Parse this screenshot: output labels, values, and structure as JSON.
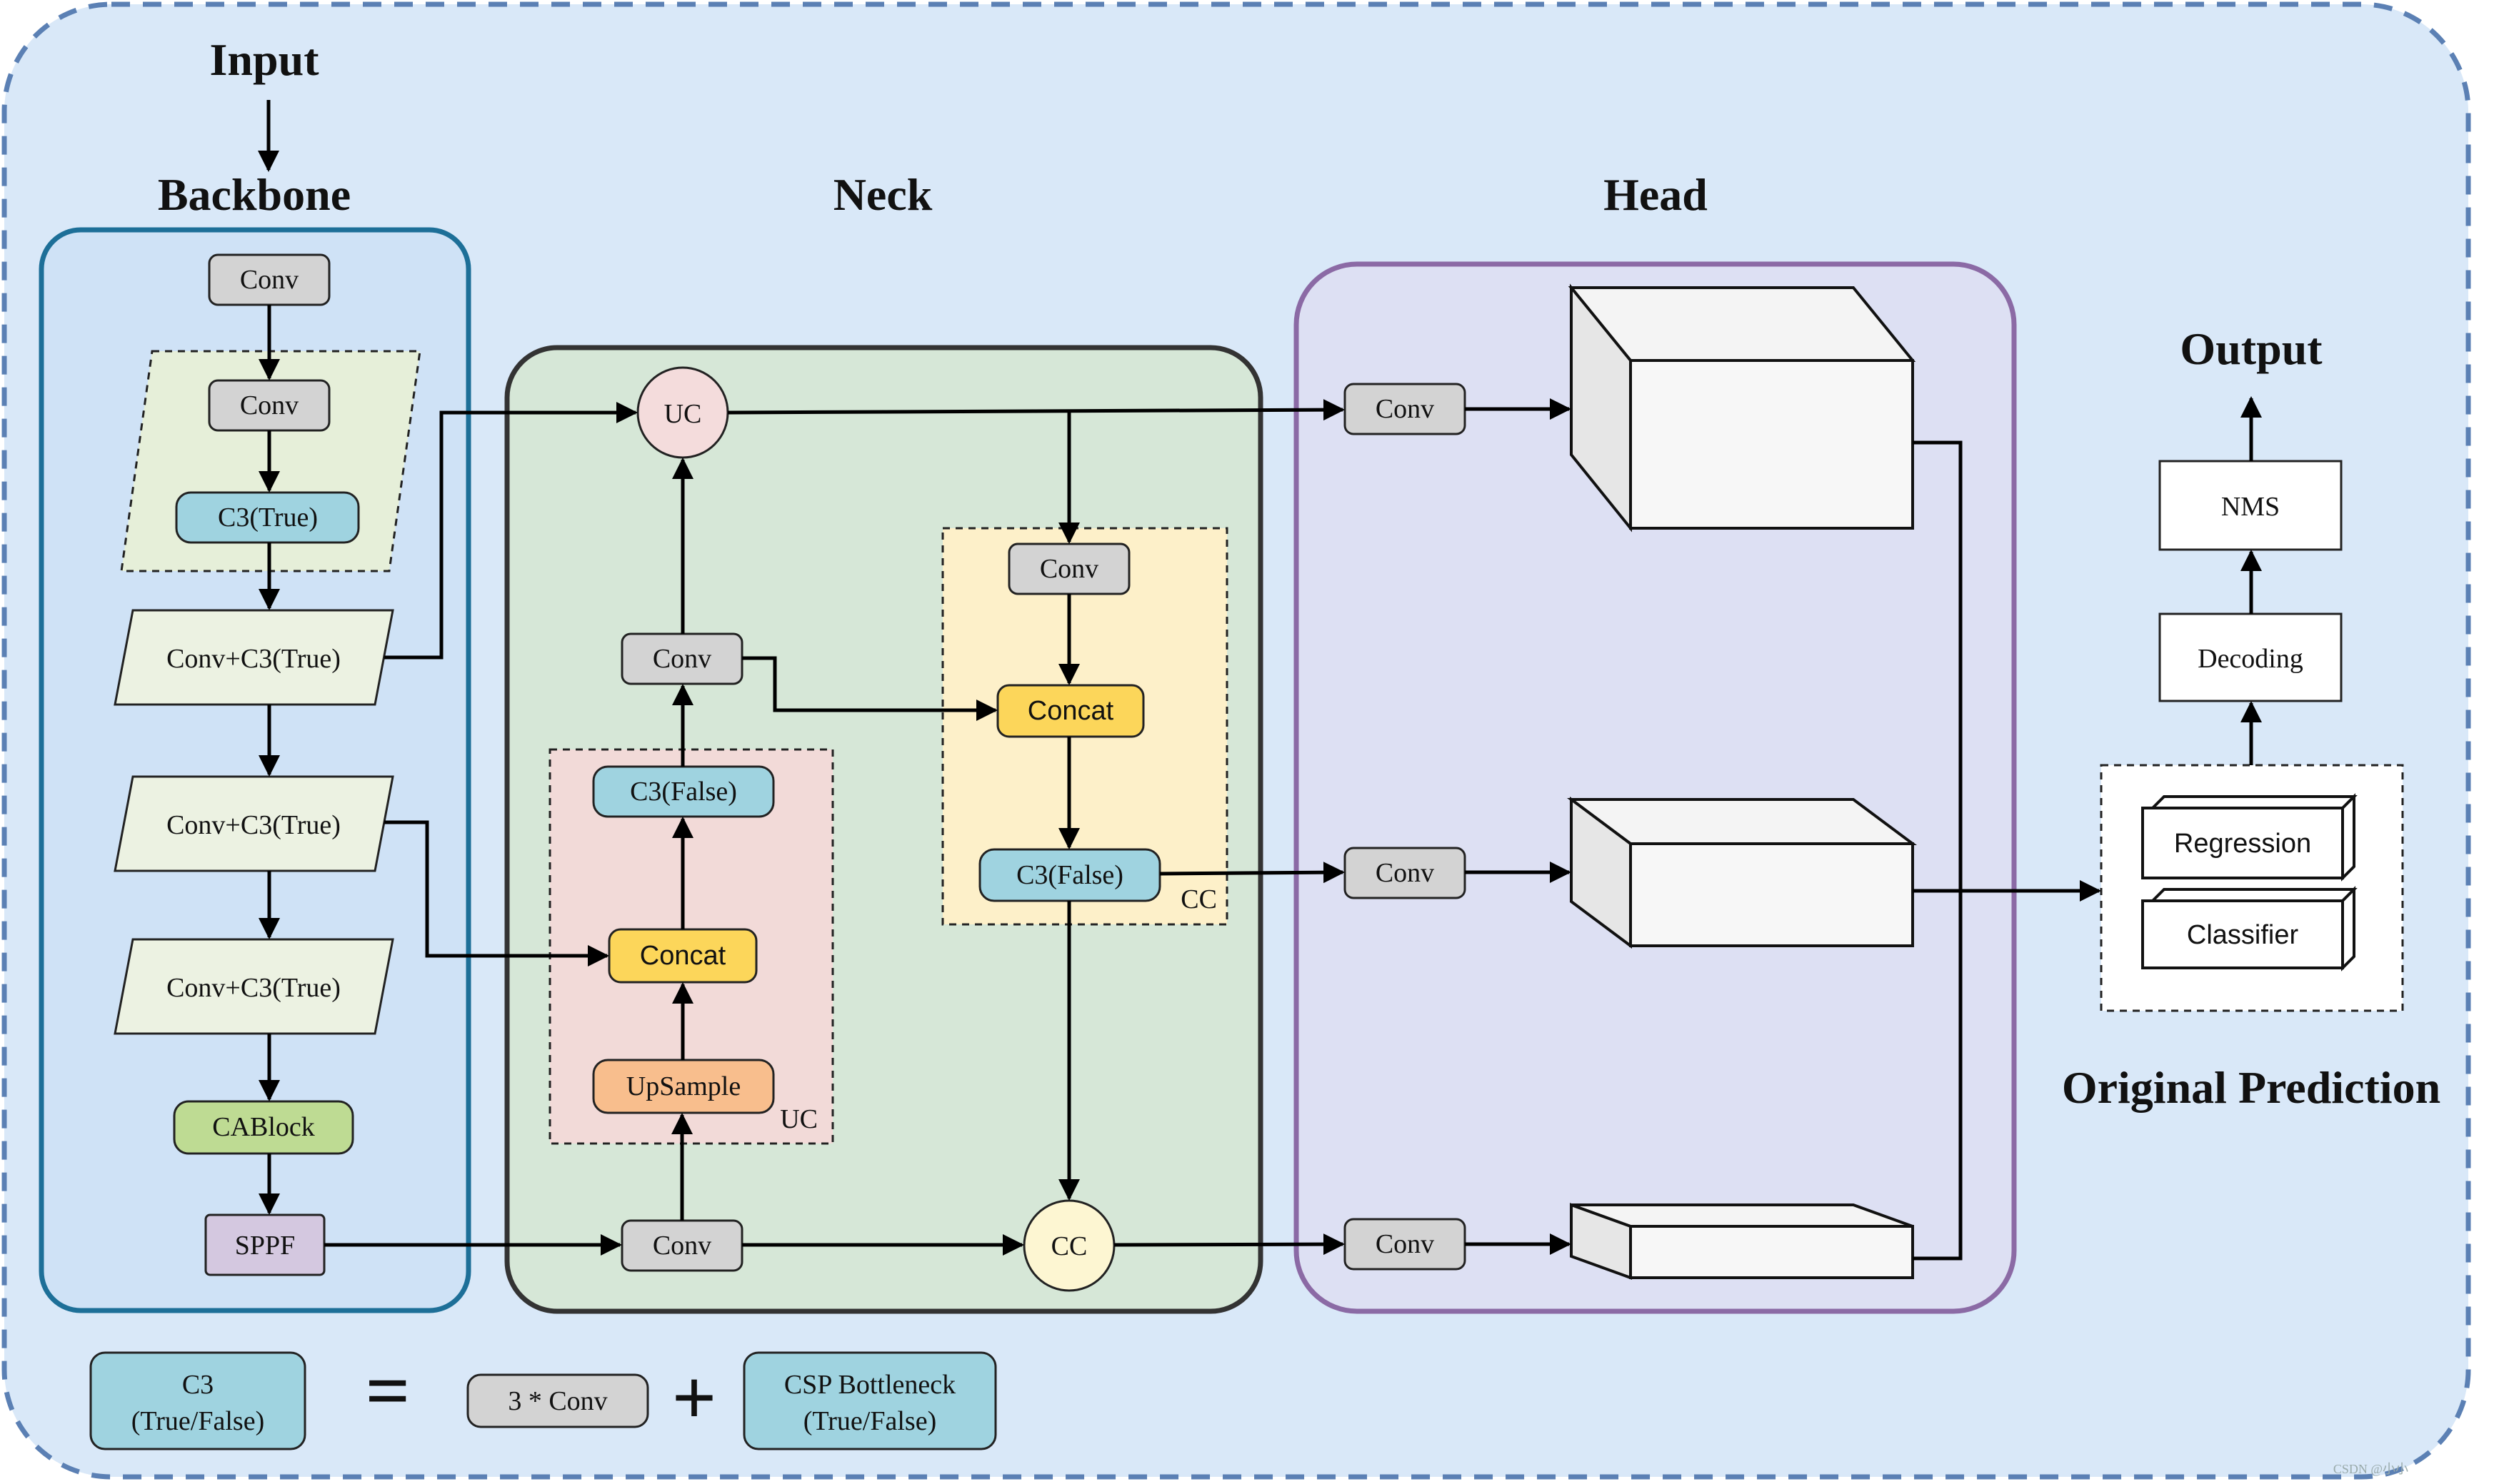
{
  "colors": {
    "page_bg": "#d9e8f8",
    "page_border": "#5b80b4",
    "backbone_bg": "#cfe2f6",
    "backbone_border": "#1d6f98",
    "neck_bg": "#d6e7d7",
    "neck_border": "#333333",
    "head_bg": "#dde0f3",
    "head_border": "#8b6aa5",
    "conv_gray": "#d3d3d3",
    "c3_blue": "#9fd3e0",
    "concat_yellow": "#fcd65a",
    "upsample_orange": "#f8be8d",
    "cablock_green": "#bedb93",
    "sppf_purple": "#d4c8e0",
    "uc_circle": "#f4dcdc",
    "cc_circle": "#fdf6d2",
    "uc_group_bg": "#f2dad8",
    "cc_group_bg": "#fdf0c9",
    "dashed_green_bg": "#e6efd9",
    "parallelogram_bg": "#ecf2e2"
  },
  "sections": {
    "input": "Input",
    "backbone": "Backbone",
    "neck": "Neck",
    "head": "Head",
    "output": "Output",
    "original_prediction": "Original Prediction"
  },
  "backbone": {
    "conv1": "Conv",
    "conv2": "Conv",
    "c3_true": "C3(True)",
    "block1": "Conv+C3(True)",
    "block2": "Conv+C3(True)",
    "block3": "Conv+C3(True)",
    "cablock": "CABlock",
    "sppf": "SPPF"
  },
  "neck": {
    "uc_circle": "UC",
    "cc_circle": "CC",
    "conv_mid": "Conv",
    "conv_bottom": "Conv",
    "uc_group": {
      "label": "UC",
      "c3_false": "C3(False)",
      "concat": "Concat",
      "upsample": "UpSample"
    },
    "cc_group": {
      "label": "CC",
      "conv": "Conv",
      "concat": "Concat",
      "c3_false": "C3(False)"
    }
  },
  "head": {
    "conv_top": "Conv",
    "conv_mid": "Conv",
    "conv_bottom": "Conv"
  },
  "output": {
    "nms": "NMS",
    "decoding": "Decoding",
    "regression": "Regression",
    "classifier": "Classifier"
  },
  "legend": {
    "c3_line1": "C3",
    "c3_line2": "(True/False)",
    "equals": "=",
    "conv": "3 * Conv",
    "plus": "+",
    "csp_line1": "CSP Bottleneck",
    "csp_line2": "(True/False)"
  },
  "watermark": "CSDN @小小"
}
